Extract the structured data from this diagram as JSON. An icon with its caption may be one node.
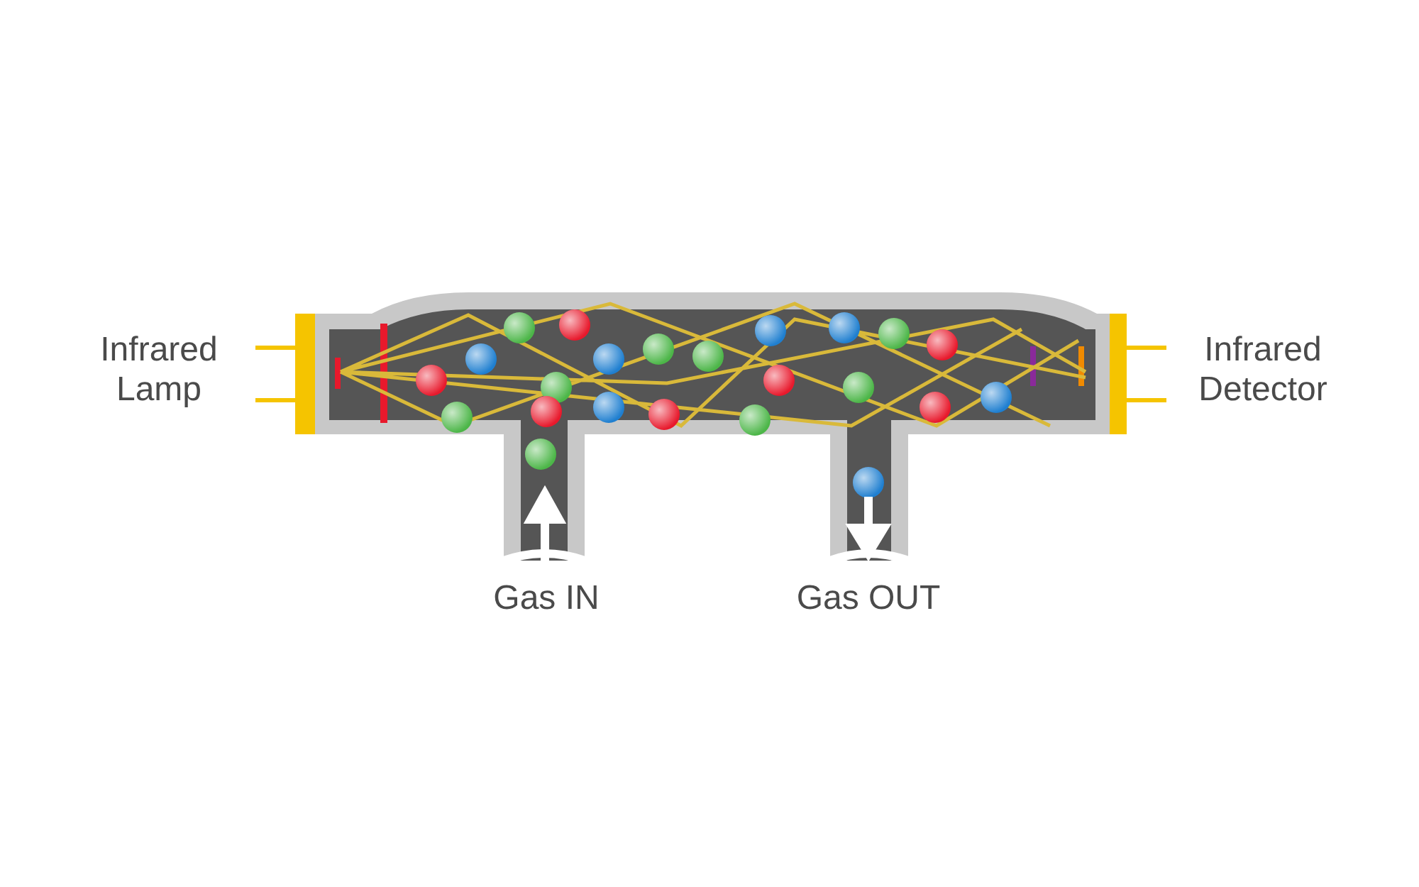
{
  "diagram": {
    "labels": [
      "Infrared Lamp",
      "Infrared Detector",
      "Gas IN",
      "Gas OUT"
    ]
  }
}
